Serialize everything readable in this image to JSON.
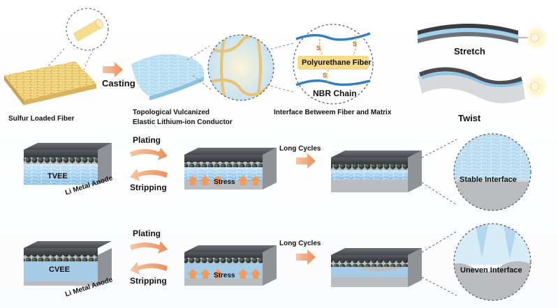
{
  "labels": {
    "sulfur_loaded_fiber": "Sulfur Loaded Fiber",
    "casting": "Casting",
    "conductor_line1": "Topological Vulcanized",
    "conductor_line2": "Elastic Lithium-ion Conductor",
    "interface_caption": "Interface Betweem Fiber and Matrix",
    "polyurethane_fiber": "Polyurethane Fiber",
    "nbr_chain": "NBR Chain",
    "sulfur_atom": "S",
    "stretch": "Stretch",
    "twist": "Twist",
    "plating": "Plating",
    "stripping": "Stripping",
    "long_cycles": "Long Cycles",
    "stress": "Stress",
    "tvee": "TVEE",
    "cvee": "CVEE",
    "li_metal_anode": "Li Metal Anode",
    "stable_interface": "Stable Interface",
    "uneven_interface": "Uneven Interface"
  },
  "colors": {
    "fiber_yellow": "#f2d98a",
    "electrolyte_blue": "#a9d3ee",
    "arrow_orange": "#f0a878",
    "metal_gray": "#8e9196",
    "plate_dark": "#4a4c52"
  }
}
